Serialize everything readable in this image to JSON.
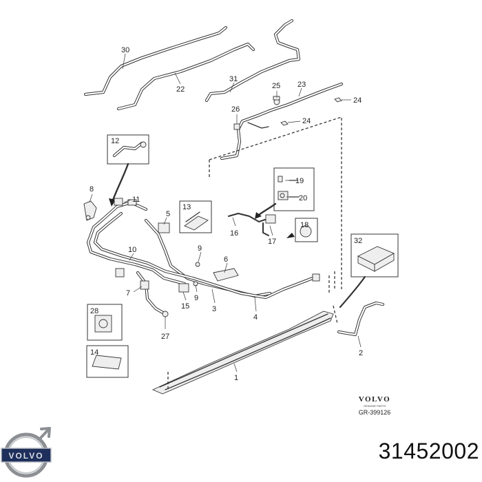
{
  "diagram": {
    "labels": {
      "30": "30",
      "22": "22",
      "31": "31",
      "25": "25",
      "23": "23",
      "24a": "24",
      "24b": "24",
      "26": "26",
      "12": "12",
      "8": "8",
      "11": "11",
      "5": "5",
      "13": "13",
      "19": "19",
      "20": "20",
      "18": "18",
      "16": "16",
      "17": "17",
      "32": "32",
      "10": "10",
      "9a": "9",
      "6": "6",
      "7": "7",
      "15": "15",
      "9b": "9",
      "3": "3",
      "4": "4",
      "28": "28",
      "27": "27",
      "14": "14",
      "2": "2",
      "1": "1"
    },
    "brand_mark": "VOLVO",
    "brand_sub": "GENUINE PARTS",
    "drawing_ref": "GR-399126"
  },
  "footer": {
    "logo_text": "VOLVO",
    "part_number": "31452002"
  }
}
